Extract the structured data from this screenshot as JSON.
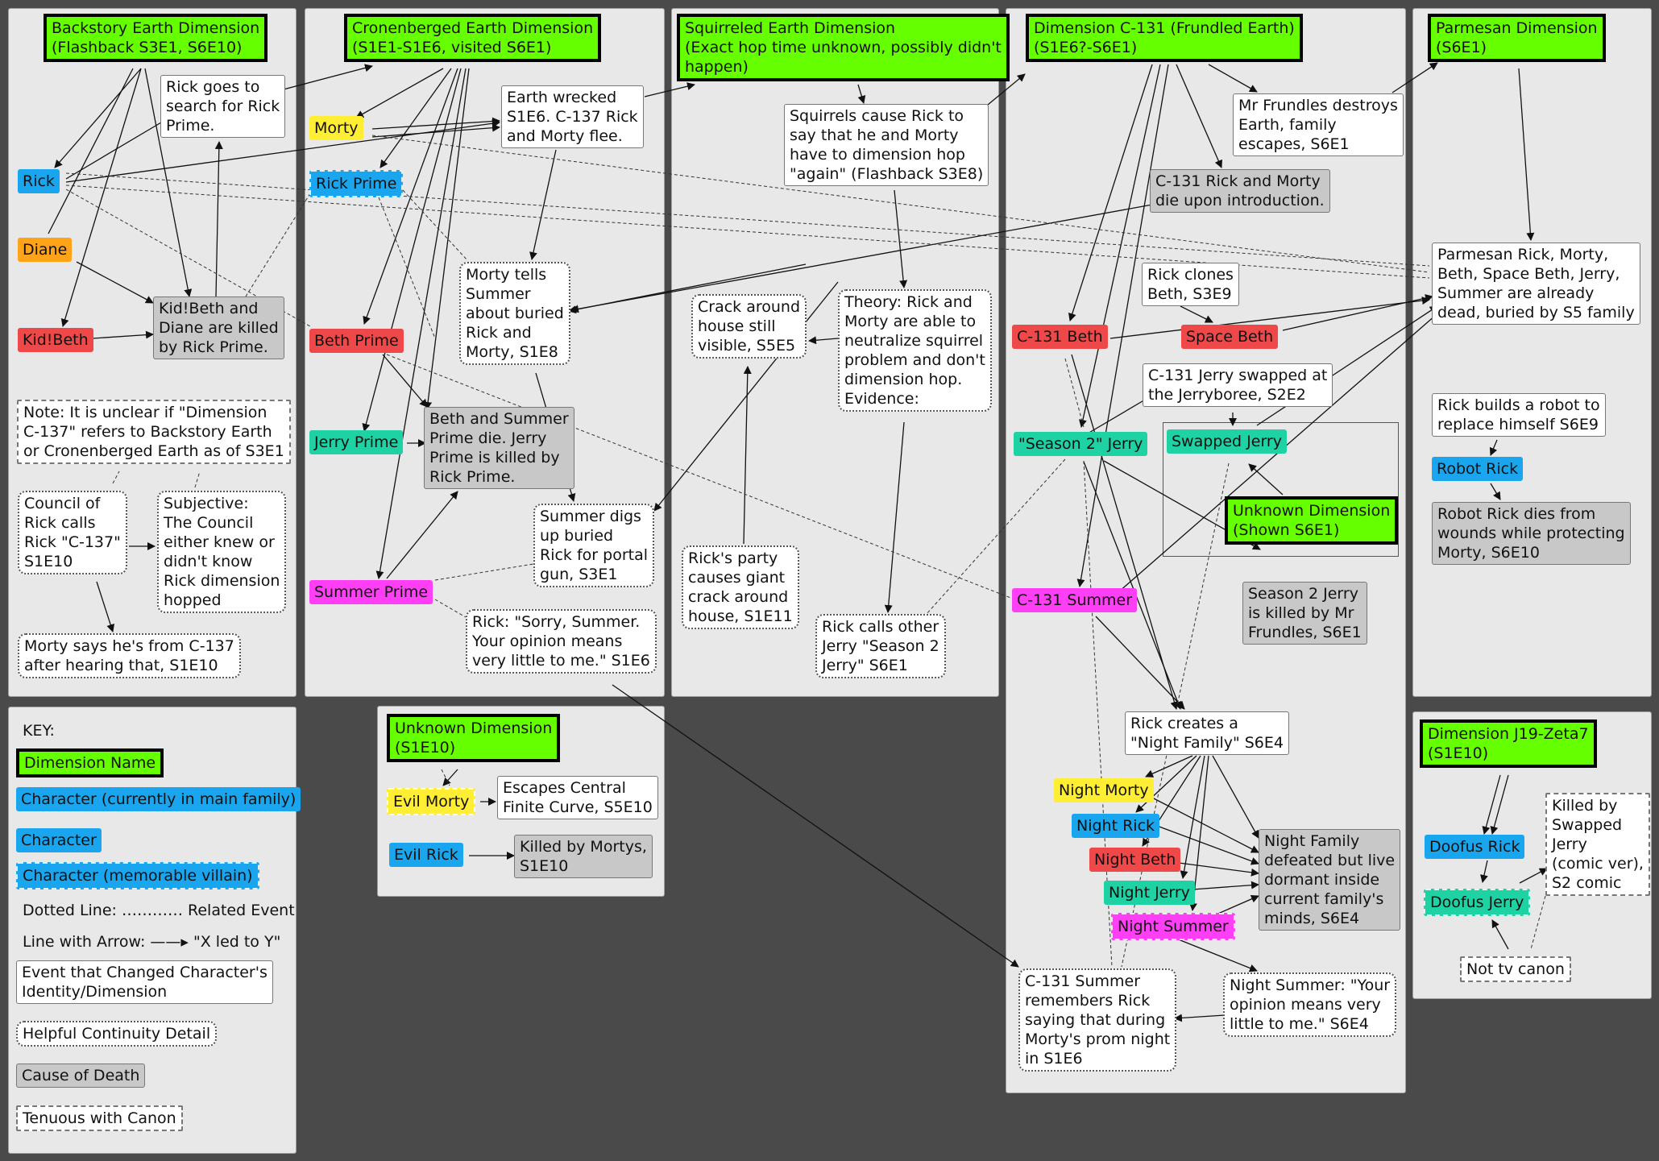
{
  "nodes": {
    "d_backstory": "Backstory Earth Dimension\n(Flashback S3E1, S6E10)",
    "e_rickgoes": "Rick goes to\nsearch for Rick\nPrime.",
    "c_rick": "Rick",
    "c_diane": "Diane",
    "c_kidbeth": "Kid!Beth",
    "cd_kidbeth": "Kid!Beth and\nDiane are killed\nby Rick Prime.",
    "t_note": "Note: It is unclear if \"Dimension\nC-137\" refers to Backstory Earth\nor Cronenberged Earth as of S3E1",
    "e_council": "Council of\nRick calls\nRick \"C-137\"\nS1E10",
    "d_subjective": "Subjective:\nThe Council\neither knew or\ndidn't know\nRick dimension\nhopped",
    "d_mortysays": "Morty says he's from C-137\nafter hearing that, S1E10",
    "d_cronen": "Cronenberged Earth Dimension\n(S1E1-S1E6, visited S6E1)",
    "c_morty": "Morty",
    "e_earthwrecked": "Earth wrecked\nS1E6. C-137 Rick\nand Morty flee.",
    "c_rickprime": "Rick Prime",
    "d_mortytells": "Morty tells\nSummer\nabout buried\nRick and\nMorty, S1E8",
    "c_bethprime": "Beth Prime",
    "c_jerryprime": "Jerry Prime",
    "cd_bethsummer": "Beth and Summer\nPrime die. Jerry\nPrime is killed by\nRick Prime.",
    "d_summerdigs": "Summer digs\nup buried\nRick for portal\ngun, S3E1",
    "c_summerprime": "Summer Prime",
    "d_sorry": "Rick: \"Sorry, Summer.\nYour opinion means\nvery little to me.\" S1E6",
    "d_squirrel": "Squirreled Earth Dimension\n(Exact hop time unknown, possibly didn't\nhappen)",
    "e_squirrels": "Squirrels cause Rick to\nsay that he and Morty\nhave to dimension hop\n\"again\" (Flashback S3E8)",
    "d_crack": "Crack around\nhouse still\nvisible, S5E5",
    "d_theory": "Theory: Rick and\nMorty are able to\nneutralize squirrel\nproblem and don't\ndimension hop.\nEvidence:",
    "d_party": "Rick's party\ncauses giant\ncrack around\nhouse, S1E11",
    "d_ricksalls": "Rick calls other\nJerry \"Season 2\nJerry\" S6E1",
    "d_c131": "Dimension C-131 (Frundled Earth)\n(S1E6?-S6E1)",
    "e_frundles": "Mr Frundles destroys\nEarth, family\nescapes, S6E1",
    "cd_c131die": "C-131 Rick and Morty\ndie upon introduction.",
    "e_clones": "Rick clones\nBeth, S3E9",
    "c_c131beth": "C-131 Beth",
    "c_spacebeth": "Space Beth",
    "e_jerryboree": "C-131 Jerry swapped at\nthe Jerryboree, S2E2",
    "c_s2jerry": "\"Season 2\" Jerry",
    "c_swappedjerry": "Swapped Jerry",
    "d_unknown_s6e1": "Unknown Dimension\n(Shown S6E1)",
    "c_c131summer": "C-131 Summer",
    "cd_s2jerry": "Season 2 Jerry\nis killed by Mr\nFrundles, S6E1",
    "e_nightfamily": "Rick creates a\n\"Night Family\" S6E4",
    "c_nightmorty": "Night Morty",
    "c_nightrick": "Night Rick",
    "c_nightbeth": "Night Beth",
    "c_nightjerry": "Night Jerry",
    "c_nightsummer": "Night Summer",
    "cd_nightdefeated": "Night Family\ndefeated but live\ndormant inside\ncurrent family's\nminds, S6E4",
    "d_c131summer_rem": "C-131 Summer\nremembers Rick\nsaying that during\nMorty's prom night\nin S1E6",
    "d_nightsummer_op": "Night Summer: \"Your\nopinion means very\nlittle to me.\" S6E4",
    "d_parmesan": "Parmesan Dimension\n(S6E1)",
    "e_parmesan": "Parmesan Rick, Morty,\nBeth, Space Beth, Jerry,\nSummer are already\ndead, buried by S5 family",
    "e_robot": "Rick builds a robot to\nreplace himself S6E9",
    "c_robotrick": "Robot Rick",
    "cd_robotrick": "Robot Rick dies from\nwounds while protecting\nMorty, S6E10",
    "d_j19": "Dimension J19-Zeta7\n(S1E10)",
    "c_doofusrick": "Doofus Rick",
    "c_doofusjerry": "Doofus Jerry",
    "t_killedby": "Killed by\nSwapped\nJerry\n(comic ver),\nS2 comic",
    "t_nottv": "Not tv canon",
    "d_unknown_s1e10": "Unknown Dimension\n(S1E10)",
    "c_evilmorty": "Evil Morty",
    "e_escapes": "Escapes Central\nFinite Curve, S5E10",
    "c_evilrick": "Evil Rick",
    "cd_evilrick": "Killed by Mortys,\nS1E10"
  },
  "key": {
    "title": "KEY:",
    "dimension": "Dimension Name",
    "main_char": "Character (currently in main family)",
    "character": "Character",
    "villain": "Character (memorable villain)",
    "dotted": "Dotted Line: ………… Related Event",
    "arrow": "Line with Arrow: ——▸ \"X led to Y\"",
    "event": "Event that Changed Character's\nIdentity/Dimension",
    "helpful": "Helpful Continuity Detail",
    "cause": "Cause of Death",
    "tenuous": "Tenuous with Canon"
  },
  "colors": {
    "dimension": "#66ff00",
    "character": "#1aa6ef",
    "morty": "#ffee33",
    "diane": "#ffa319",
    "beth": "#ef4848",
    "jerry": "#1ed2a4",
    "summer": "#ff3ff5",
    "background": "#4a4a4a",
    "panel": "#e8e8e8"
  }
}
